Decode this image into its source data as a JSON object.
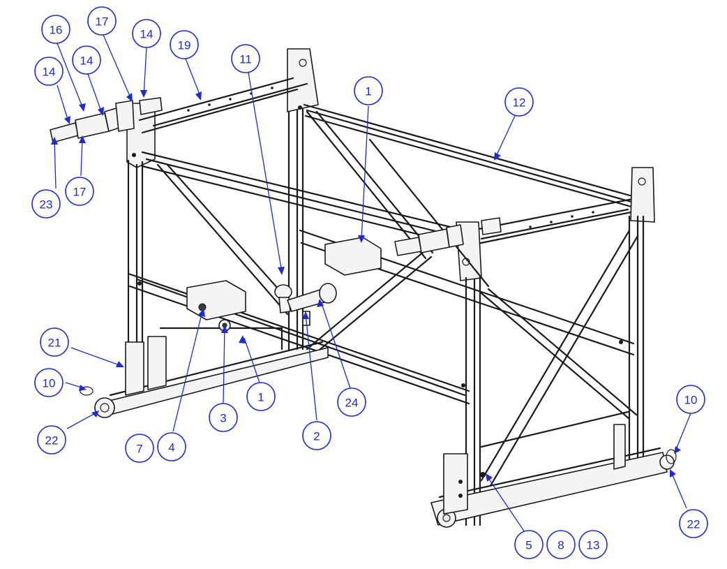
{
  "callouts": [
    {
      "label": "16"
    },
    {
      "label": "17"
    },
    {
      "label": "14"
    },
    {
      "label": "19"
    },
    {
      "label": "14"
    },
    {
      "label": "14"
    },
    {
      "label": "11"
    },
    {
      "label": "1"
    },
    {
      "label": "12"
    },
    {
      "label": "23"
    },
    {
      "label": "17"
    },
    {
      "label": "21"
    },
    {
      "label": "10"
    },
    {
      "label": "22"
    },
    {
      "label": "1"
    },
    {
      "label": "3"
    },
    {
      "label": "24"
    },
    {
      "label": "2"
    },
    {
      "label": "7"
    },
    {
      "label": "4"
    },
    {
      "label": "10"
    },
    {
      "label": "22"
    },
    {
      "label": "5"
    },
    {
      "label": "8"
    },
    {
      "label": "13"
    }
  ],
  "colors": {
    "callout": "#1c2bd6",
    "line": "#1a1a1a",
    "background": "#ffffff"
  }
}
